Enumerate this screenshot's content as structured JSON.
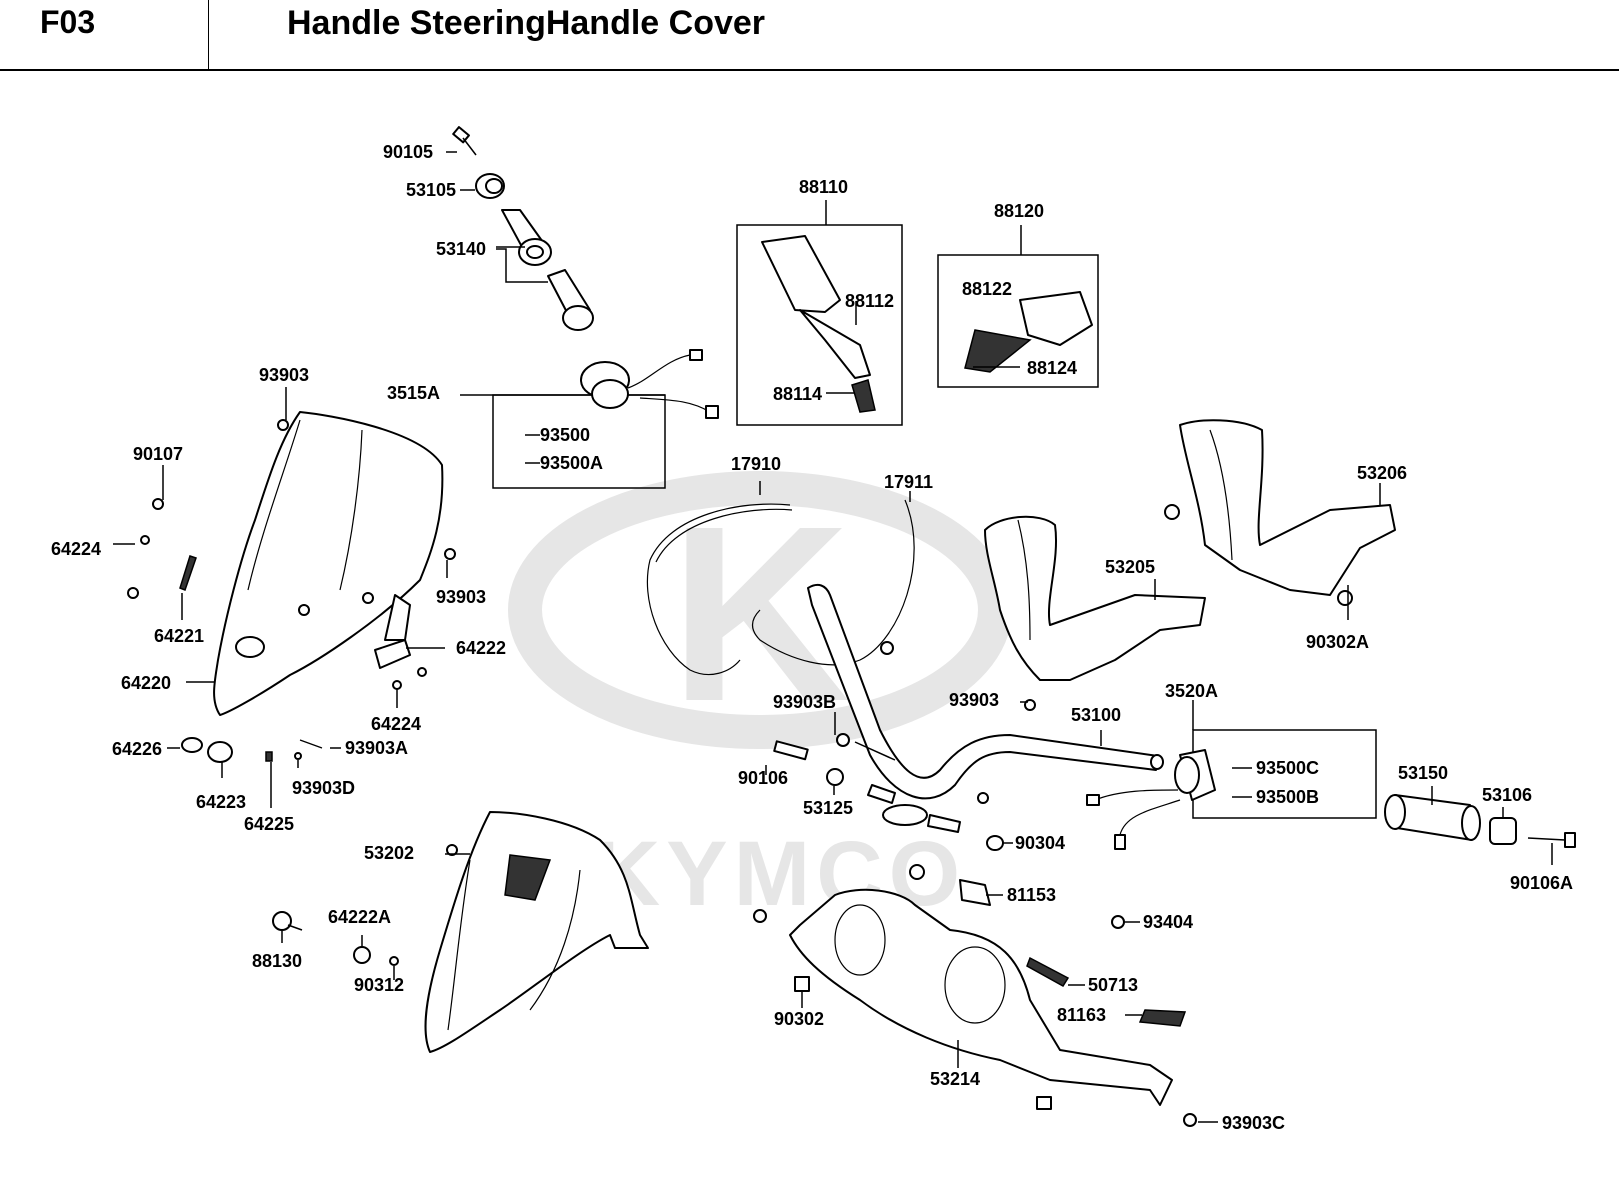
{
  "header": {
    "code": "F03",
    "title": "Handle SteeringHandle Cover"
  },
  "watermark": {
    "logo_letter": "K",
    "brand": "KYMCO"
  },
  "labels": [
    {
      "id": "90105",
      "text": "90105"
    },
    {
      "id": "53105",
      "text": "53105"
    },
    {
      "id": "53140",
      "text": "53140"
    },
    {
      "id": "88110",
      "text": "88110"
    },
    {
      "id": "88112",
      "text": "88112"
    },
    {
      "id": "88114",
      "text": "88114"
    },
    {
      "id": "88120",
      "text": "88120"
    },
    {
      "id": "88122",
      "text": "88122"
    },
    {
      "id": "88124",
      "text": "88124"
    },
    {
      "id": "93903_a",
      "text": "93903"
    },
    {
      "id": "3515A",
      "text": "3515A"
    },
    {
      "id": "93500",
      "text": "93500"
    },
    {
      "id": "93500A",
      "text": "93500A"
    },
    {
      "id": "90107",
      "text": "90107"
    },
    {
      "id": "64224_a",
      "text": "64224"
    },
    {
      "id": "64221",
      "text": "64221"
    },
    {
      "id": "93903_b",
      "text": "93903"
    },
    {
      "id": "64222",
      "text": "64222"
    },
    {
      "id": "64220",
      "text": "64220"
    },
    {
      "id": "64224_b",
      "text": "64224"
    },
    {
      "id": "64226",
      "text": "64226"
    },
    {
      "id": "93903A",
      "text": "93903A"
    },
    {
      "id": "64223",
      "text": "64223"
    },
    {
      "id": "93903D",
      "text": "93903D"
    },
    {
      "id": "64225",
      "text": "64225"
    },
    {
      "id": "17910",
      "text": "17910"
    },
    {
      "id": "17911",
      "text": "17911"
    },
    {
      "id": "53206",
      "text": "53206"
    },
    {
      "id": "53205",
      "text": "53205"
    },
    {
      "id": "90302A",
      "text": "90302A"
    },
    {
      "id": "93903B",
      "text": "93903B"
    },
    {
      "id": "93903_c",
      "text": "93903"
    },
    {
      "id": "53100",
      "text": "53100"
    },
    {
      "id": "3520A",
      "text": "3520A"
    },
    {
      "id": "90106",
      "text": "90106"
    },
    {
      "id": "53125",
      "text": "53125"
    },
    {
      "id": "93500C",
      "text": "93500C"
    },
    {
      "id": "93500B",
      "text": "93500B"
    },
    {
      "id": "53150",
      "text": "53150"
    },
    {
      "id": "53106",
      "text": "53106"
    },
    {
      "id": "90106A",
      "text": "90106A"
    },
    {
      "id": "90304",
      "text": "90304"
    },
    {
      "id": "53202",
      "text": "53202"
    },
    {
      "id": "81153",
      "text": "81153"
    },
    {
      "id": "64222A",
      "text": "64222A"
    },
    {
      "id": "88130",
      "text": "88130"
    },
    {
      "id": "93404",
      "text": "93404"
    },
    {
      "id": "90312",
      "text": "90312"
    },
    {
      "id": "50713",
      "text": "50713"
    },
    {
      "id": "90302",
      "text": "90302"
    },
    {
      "id": "81163",
      "text": "81163"
    },
    {
      "id": "53214",
      "text": "53214"
    },
    {
      "id": "93903C",
      "text": "93903C"
    }
  ]
}
